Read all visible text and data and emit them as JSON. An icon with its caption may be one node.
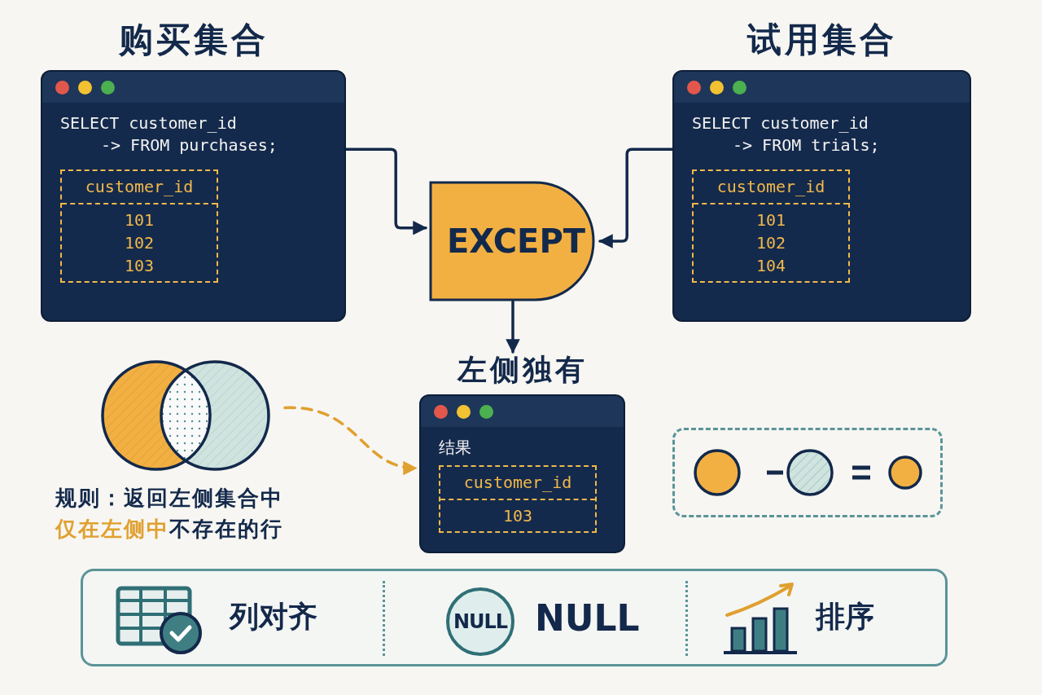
{
  "diagram": {
    "nodes": [
      {
        "text": [
          "购买集合",
          "SELECT customer_id",
          "-> FROM purchases;",
          "customer_id",
          "101",
          "102",
          "103"
        ]
      },
      {
        "text": [
          "EXCEPT"
        ]
      },
      {
        "text": [
          "试用集合",
          "SELECT customer_id",
          "-> FROM trials;",
          "customer_id",
          "101",
          "102",
          "104"
        ]
      },
      {
        "text": [
          "左侧独有",
          "结果",
          "customer_id",
          "103"
        ]
      },
      {
        "text": [],
        "shape": "circle",
        "beside": [
          "规则：返回左侧集合中**仅在左侧中**不存在的行"
        ]
      },
      {
        "text": [
          "列对齐",
          "NULL",
          "排序"
        ]
      },
      {
        "text": [
          "NULL"
        ],
        "in": 5
      }
    ],
    "edges": [
      {
        "from": 0,
        "to": 1,
        "arrow": "to"
      },
      {
        "from": 2,
        "to": 1,
        "arrow": "to"
      },
      {
        "from": 1,
        "to": 3,
        "arrow": "to"
      },
      {
        "from": 4,
        "to": 3,
        "arrow": "to",
        "style": "dashed",
        "color": "#e0a030"
      }
    ]
  }
}
